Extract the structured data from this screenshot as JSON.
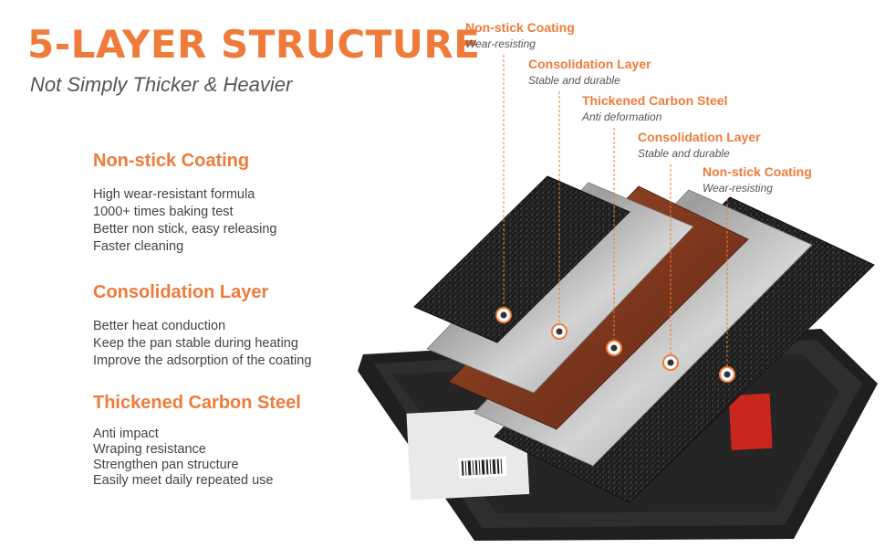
{
  "header": {
    "title": "5-LAYER STRUCTURE",
    "subtitle": "Not Simply Thicker & Heavier"
  },
  "features": [
    {
      "heading": "Non-stick Coating",
      "lines": [
        "High wear-resistant formula",
        "1000+ times baking test",
        "Better non stick, easy releasing",
        "Faster cleaning"
      ]
    },
    {
      "heading": "Consolidation Layer",
      "lines": [
        "Better heat conduction",
        "Keep the pan stable during heating",
        "Improve the adsorption of the coating"
      ]
    },
    {
      "heading": "Thickened Carbon Steel",
      "lines": [
        "Anti impact",
        "Wraping resistance",
        "Strengthen pan structure",
        "Easily meet daily repeated use"
      ]
    }
  ],
  "layer_labels": [
    {
      "title": "Non-stick Coating",
      "sub": "Wear-resisting"
    },
    {
      "title": "Consolidation Layer",
      "sub": "Stable and durable"
    },
    {
      "title": "Thickened Carbon Steel",
      "sub": "Anti deformation"
    },
    {
      "title": "Consolidation Layer",
      "sub": "Stable and durable"
    },
    {
      "title": "Non-stick Coating",
      "sub": "Wear-resisting"
    }
  ],
  "colors": {
    "accent": "#ee7b3a",
    "coating": "#1c1c1c",
    "steel": "#a9a9a9",
    "carbon": "#8a3f22",
    "pan": "#2a2a2a"
  }
}
